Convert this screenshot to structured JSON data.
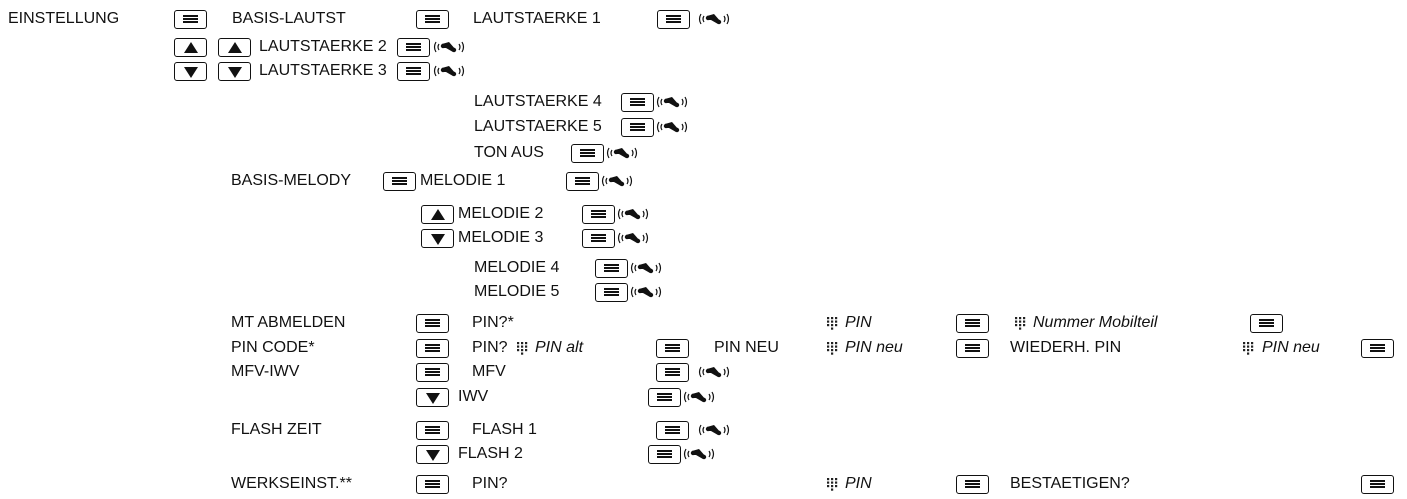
{
  "root": {
    "label": "EINSTELLUNG"
  },
  "basis_lautst": {
    "label": "BASIS-LAUTST",
    "levels": [
      "LAUTSTAERKE 1",
      "LAUTSTAERKE 2",
      "LAUTSTAERKE 3",
      "LAUTSTAERKE 4",
      "LAUTSTAERKE 5",
      "TON AUS"
    ]
  },
  "basis_melody": {
    "label": "BASIS-MELODY",
    "melodies": [
      "MELODIE 1",
      "MELODIE 2",
      "MELODIE 3",
      "MELODIE 4",
      "MELODIE 5"
    ]
  },
  "mt_abmelden": {
    "label": "MT ABMELDEN",
    "prompt": "PIN?*",
    "pin": "PIN",
    "handset": "Nummer Mobilteil"
  },
  "pin_code": {
    "label": "PIN CODE*",
    "prompt": "PIN?",
    "pin_old": "PIN alt",
    "new_label": "PIN NEU",
    "pin_new": "PIN neu",
    "repeat_label": "WIEDERH. PIN",
    "pin_new_repeat": "PIN neu"
  },
  "mfv_iwv": {
    "label": "MFV-IWV",
    "options": [
      "MFV",
      "IWV"
    ]
  },
  "flash_zeit": {
    "label": "FLASH ZEIT",
    "options": [
      "FLASH 1",
      "FLASH 2"
    ]
  },
  "werkseinst": {
    "label": "WERKSEINST.**",
    "prompt": "PIN?",
    "pin": "PIN",
    "confirm": "BESTAETIGEN?"
  },
  "icons": {
    "menu_key": "menu-key-icon",
    "up_key": "up-arrow-key-icon",
    "down_key": "down-arrow-key-icon",
    "ring": "ring-confirm-icon",
    "keypad": "keypad-icon"
  }
}
